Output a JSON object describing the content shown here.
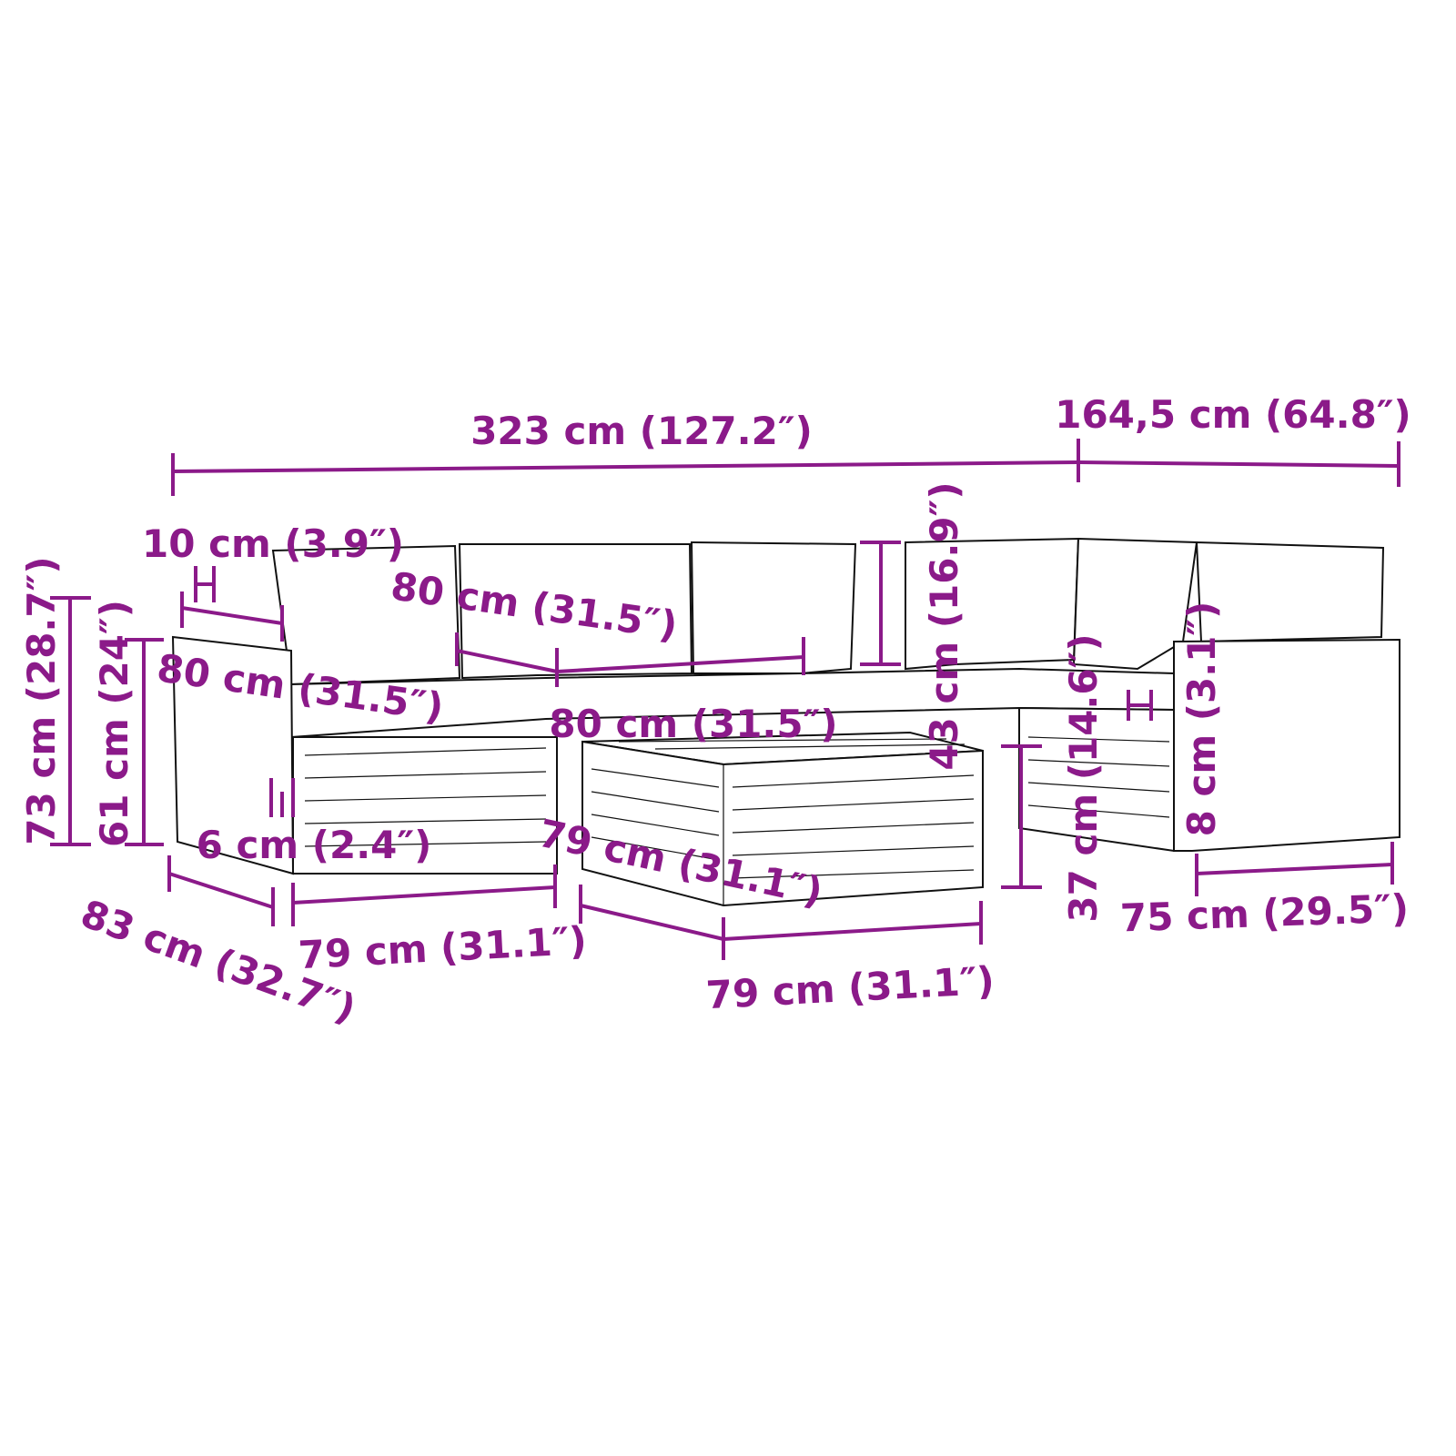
{
  "accent_color": "#8b1a89",
  "dimensions": {
    "total_width": "323 cm (127.2″)",
    "corner_width": "164,5 cm (64.8″)",
    "armrest_width": "10 cm (3.9″)",
    "back_cushion_width": "80 cm (31.5″)",
    "back_height": "43 cm (16.9″)",
    "total_height": "73 cm (28.7″)",
    "arm_height": "61 cm (24″)",
    "seat_cushion_width": "80 cm (31.5″)",
    "table_top_width": "80 cm (31.5″)",
    "leg_height": "6 cm (2.4″)",
    "table_depth": "79 cm (31.1″)",
    "seat_height": "37 cm (14.6″)",
    "cushion_thickness": "8 cm (3.1″)",
    "depth": "83 cm (32.7″)",
    "module_width": "79 cm (31.1″)",
    "table_width": "79 cm (31.1″)",
    "side_depth": "75 cm (29.5″)"
  }
}
